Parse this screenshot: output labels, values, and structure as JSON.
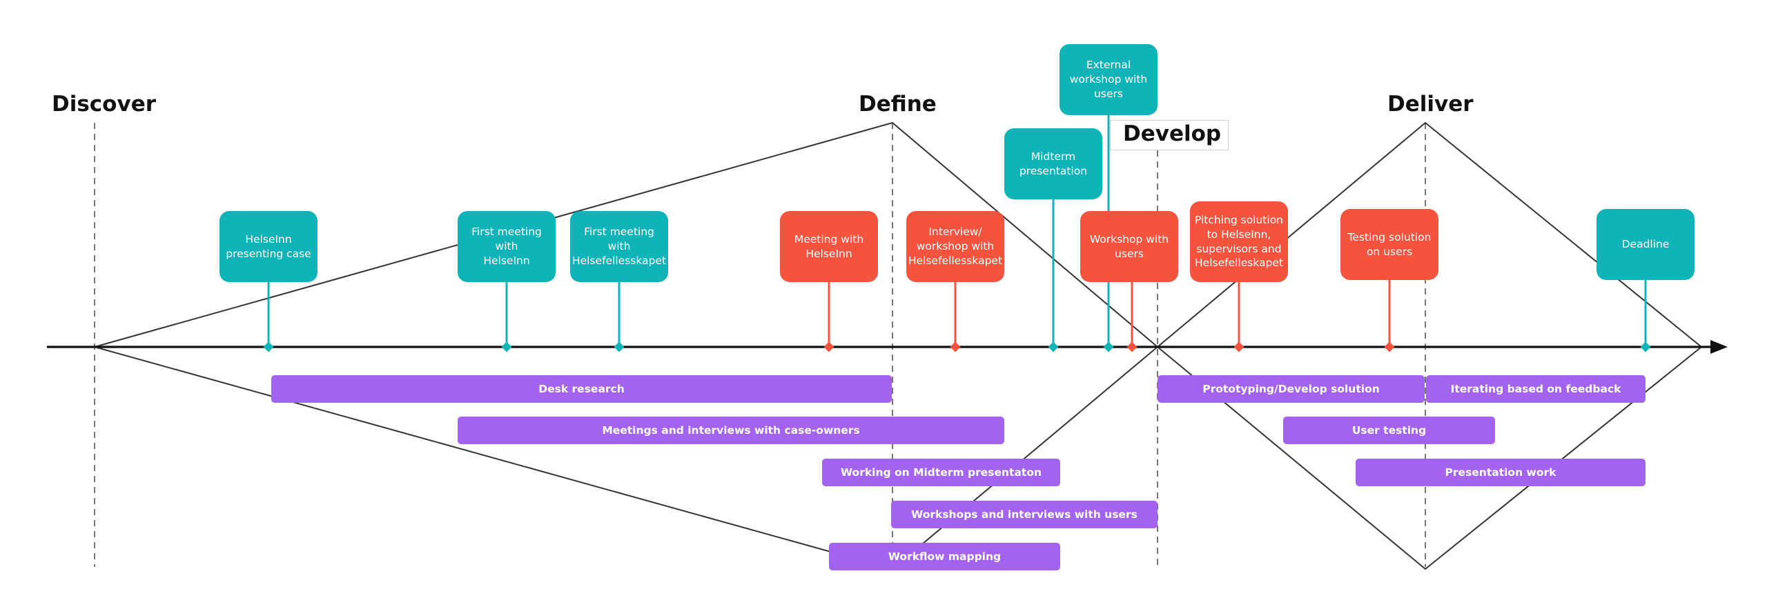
{
  "phases": [
    {
      "id": "discover",
      "label": "Discover"
    },
    {
      "id": "define",
      "label": "Define"
    },
    {
      "id": "develop",
      "label": "Develop"
    },
    {
      "id": "deliver",
      "label": "Deliver"
    }
  ],
  "milestones": [
    {
      "id": "helseinn-presenting-case",
      "label": "HelseInn\npresenting case",
      "color": "#0fb3b8",
      "category": "teal"
    },
    {
      "id": "first-meeting-helseinn",
      "label": "First meeting with\nHelseInn",
      "color": "#0fb3b8",
      "category": "teal"
    },
    {
      "id": "first-meeting-helsefellesskapet",
      "label": "First meeting with\nHelsefellesskapet",
      "color": "#0fb3b8",
      "category": "teal"
    },
    {
      "id": "meeting-helseinn",
      "label": "Meeting with\nHelseInn",
      "color": "#f4543d",
      "category": "red"
    },
    {
      "id": "interview-workshop-helsefellesskapet",
      "label": "Interview/\nworkshop with\nHelsefellesskapet",
      "color": "#f4543d",
      "category": "red"
    },
    {
      "id": "midterm-presentation",
      "label": "Midterm\npresentation",
      "color": "#0fb3b8",
      "category": "teal"
    },
    {
      "id": "external-workshop-users",
      "label": "External\nworkshop with\nusers",
      "color": "#0fb3b8",
      "category": "teal"
    },
    {
      "id": "workshop-users",
      "label": "Workshop with\nusers",
      "color": "#f4543d",
      "category": "red"
    },
    {
      "id": "pitching-solution",
      "label": "Pitching solution\nto HelseInn,\nsupervisors and\nHelsefelleskapet",
      "color": "#f4543d",
      "category": "red"
    },
    {
      "id": "testing-solution-users",
      "label": "Testing solution\non users",
      "color": "#f4543d",
      "category": "red"
    },
    {
      "id": "deadline",
      "label": "Deadline",
      "color": "#0fb3b8",
      "category": "teal"
    }
  ],
  "activities": [
    {
      "id": "desk-research",
      "label": "Desk research"
    },
    {
      "id": "meetings-interviews",
      "label": "Meetings and interviews with case-owners"
    },
    {
      "id": "midterm-work",
      "label": "Working on Midterm presentaton"
    },
    {
      "id": "workshops-interviews-users",
      "label": "Workshops and interviews with users"
    },
    {
      "id": "workflow-mapping",
      "label": "Workflow mapping"
    },
    {
      "id": "prototyping",
      "label": "Prototyping/Develop solution"
    },
    {
      "id": "iterating",
      "label": "Iterating based on feedback"
    },
    {
      "id": "user-testing",
      "label": "User testing"
    },
    {
      "id": "presentation-work",
      "label": "Presentation work"
    }
  ],
  "colors": {
    "teal": "#0fb3b8",
    "red": "#f4543d",
    "purple": "#a463ef",
    "axis": "#111111",
    "diamond_lines": "#333333",
    "dashed": "#555555"
  }
}
